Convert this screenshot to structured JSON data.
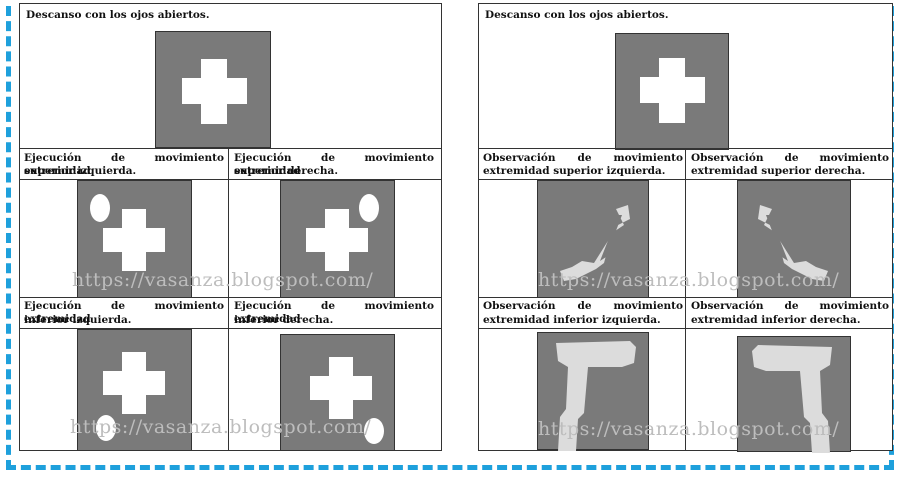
{
  "left_table": {
    "rest_label": "Descanso con los ojos abiertos.",
    "upper_left_label_1": "Ejecución de movimiento extremidad",
    "upper_left_label_2": "superior izquierda.",
    "upper_right_label_1": "Ejecución de movimiento extremidad",
    "upper_right_label_2": "superior derecha.",
    "lower_left_label_1": "Ejecución de movimiento extremidad",
    "lower_left_label_2": "inferior izquierda.",
    "lower_right_label_1": "Ejecución de movimiento extremidad",
    "lower_right_label_2": "inferior derecha."
  },
  "right_table": {
    "rest_label": "Descanso con los ojos abiertos.",
    "upper_left_label_1": "Observación de movimiento",
    "upper_left_label_2": "extremidad superior izquierda.",
    "upper_right_label_1": "Observación de movimiento",
    "upper_right_label_2": "extremidad superior derecha.",
    "lower_left_label_1": "Observación de movimiento",
    "lower_left_label_2": "extremidad inferior izquierda.",
    "lower_right_label_1": "Observación de movimiento",
    "lower_right_label_2": "extremidad inferior derecha."
  },
  "watermark": "https://vasanza.blogspot.com/",
  "colors": {
    "dash_border": "#1ea0dc",
    "stimulus_gray": "#7a7a7a",
    "figure_fill": "#dcdcdc"
  }
}
